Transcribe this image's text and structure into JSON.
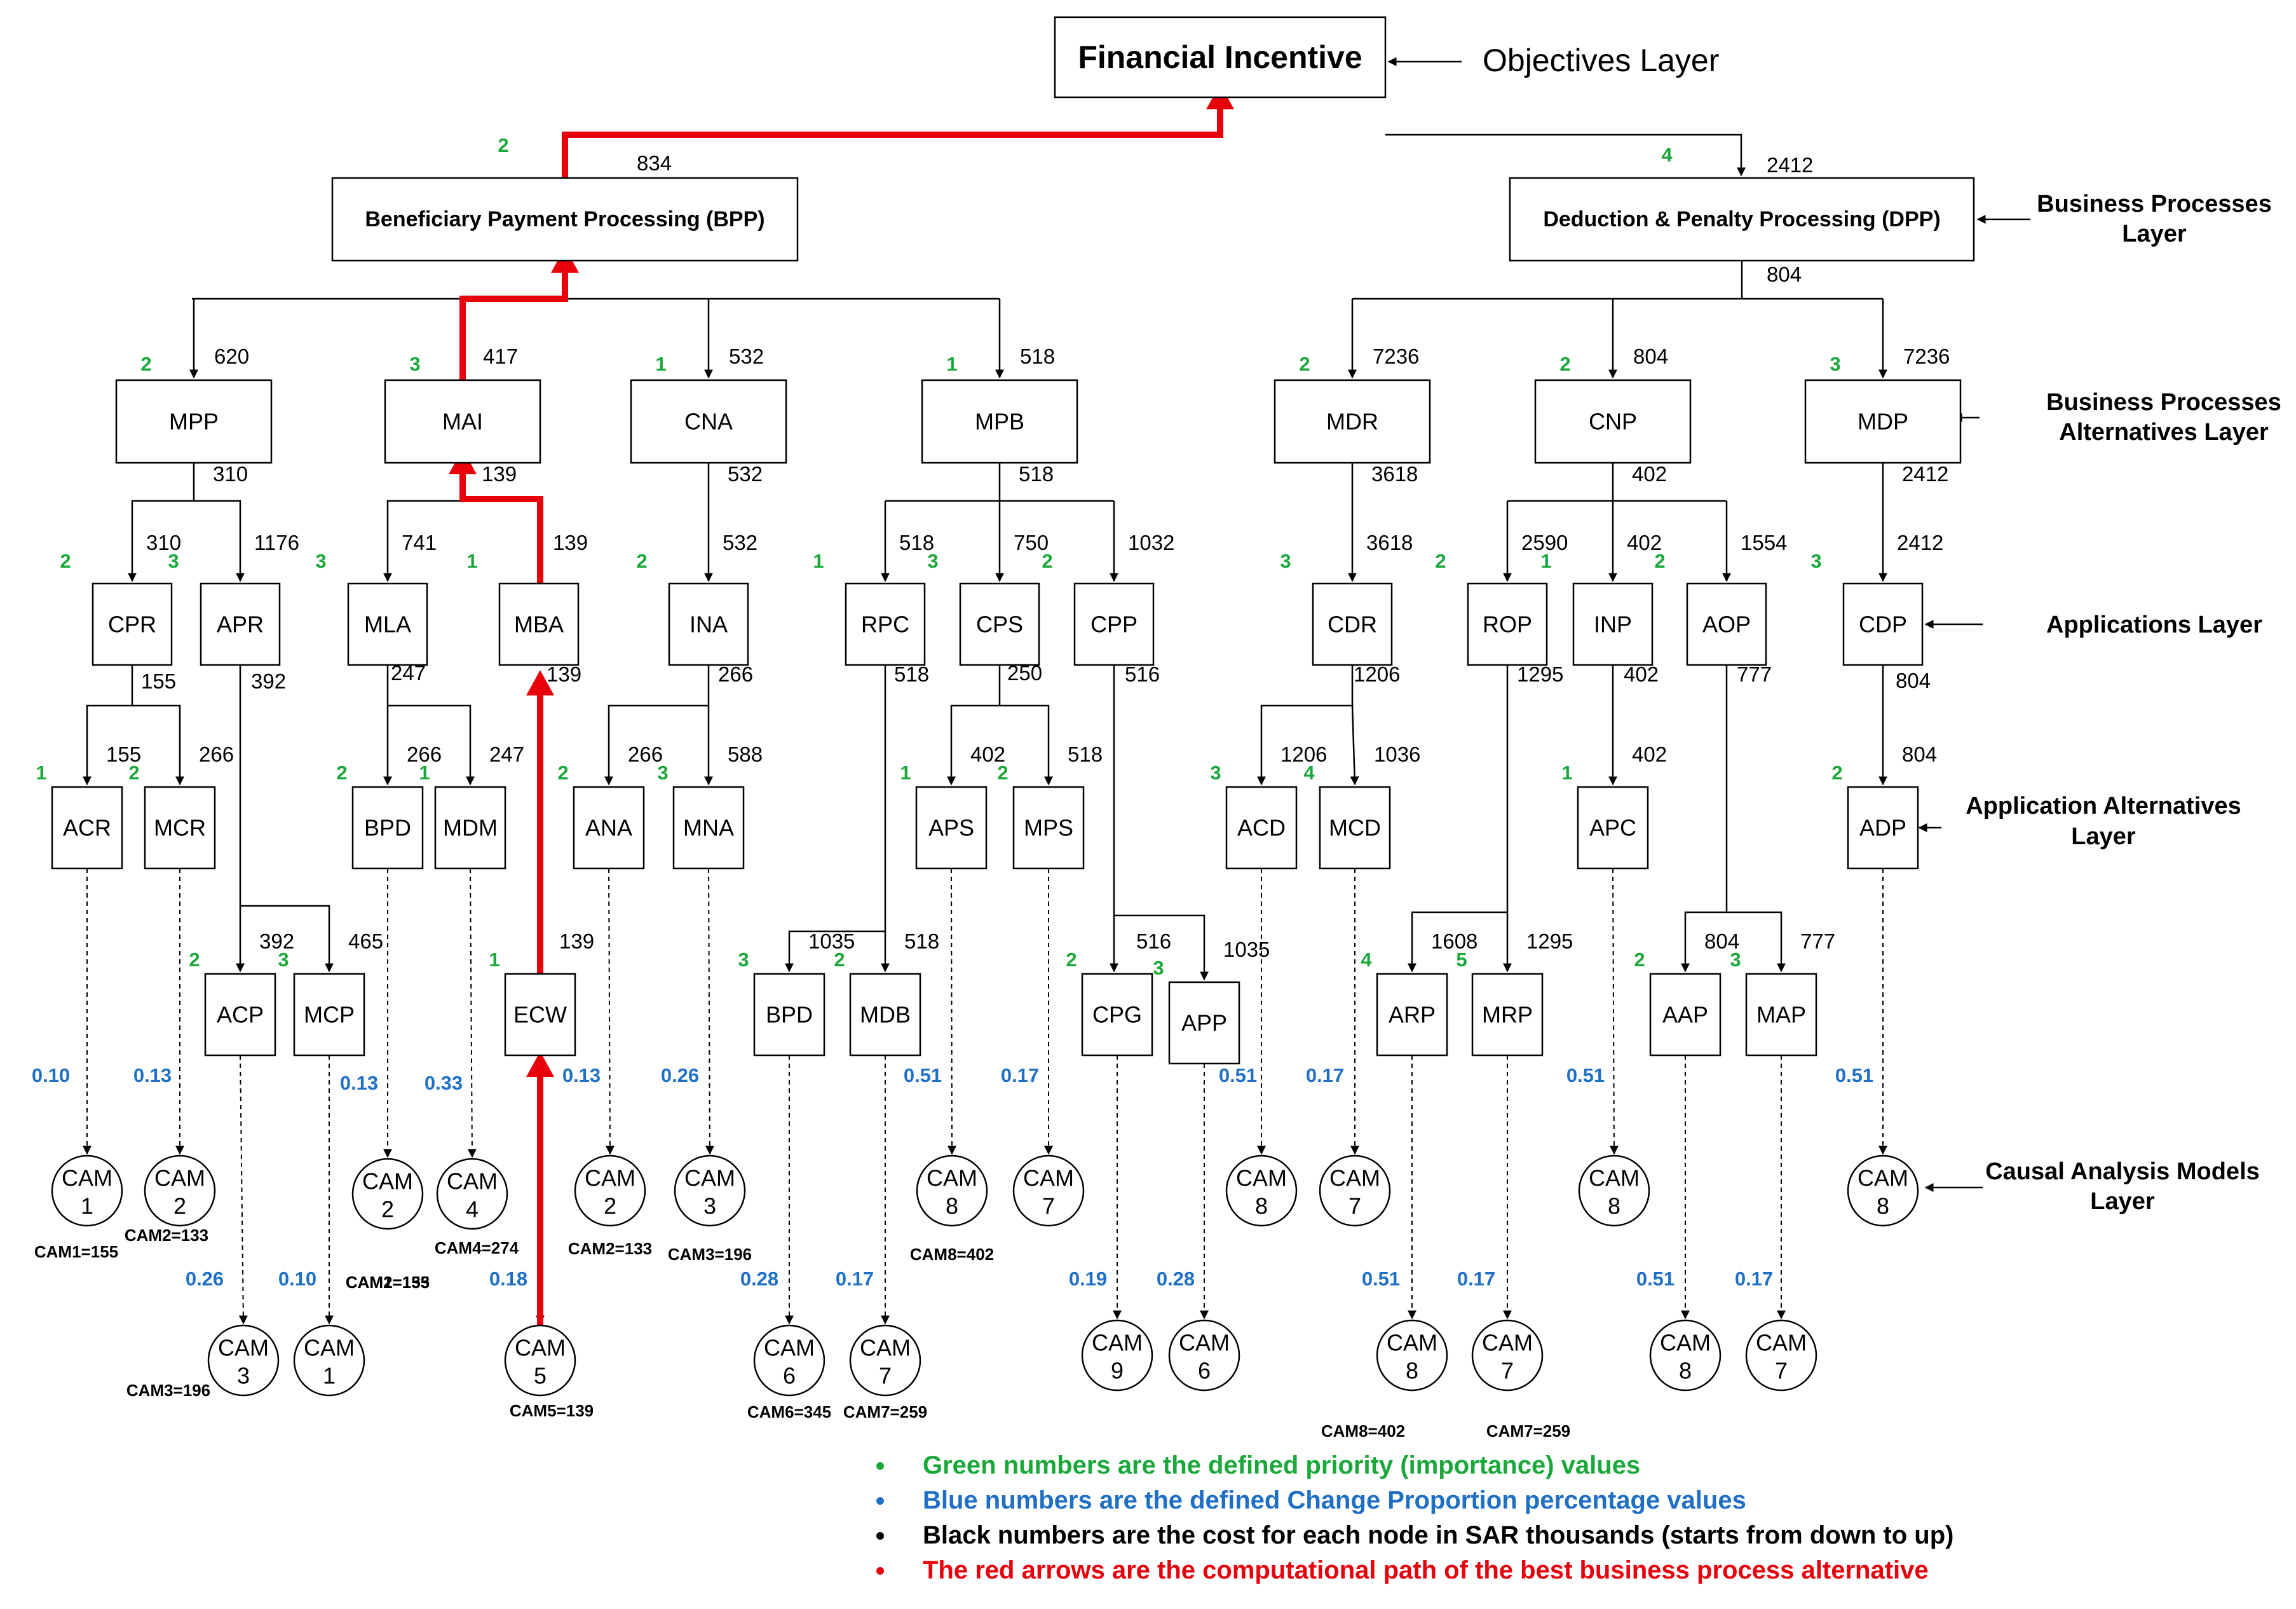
{
  "title": "Financial Incentive",
  "colors": {
    "priority": "#1aa83a",
    "change": "#1f6fc4",
    "cost": "#000000",
    "path": "#e8000b"
  },
  "layers": [
    {
      "id": "objectives",
      "label": "Objectives Layer"
    },
    {
      "id": "bp",
      "label": "Business Processes Layer"
    },
    {
      "id": "bpa",
      "label": "Business Processes Alternatives Layer"
    },
    {
      "id": "app",
      "label": "Applications Layer"
    },
    {
      "id": "appalt",
      "label": "Application Alternatives Layer"
    },
    {
      "id": "cam",
      "label": "Causal Analysis Models Layer"
    }
  ],
  "processes": [
    {
      "id": "BPP",
      "label": "Beneficiary Payment Processing (BPP)",
      "priority": "2",
      "cost": "834"
    },
    {
      "id": "DPP",
      "label": "Deduction & Penalty Processing (DPP)",
      "priority": "4",
      "cost": "2412",
      "out_cost": "804"
    }
  ],
  "alternatives": [
    {
      "id": "MPP",
      "priority": "2",
      "cost": "620",
      "out": "310"
    },
    {
      "id": "MAI",
      "priority": "3",
      "cost": "417",
      "out": "139"
    },
    {
      "id": "CNA",
      "priority": "1",
      "cost": "532",
      "out": "532"
    },
    {
      "id": "MPB",
      "priority": "1",
      "cost": "518",
      "out": "518"
    },
    {
      "id": "MDR",
      "priority": "2",
      "cost": "7236",
      "out": "3618"
    },
    {
      "id": "CNP",
      "priority": "2",
      "cost": "804",
      "out": "402"
    },
    {
      "id": "MDP",
      "priority": "3",
      "cost": "7236",
      "out": "2412"
    }
  ],
  "applications": [
    {
      "id": "CPR",
      "priority": "2",
      "cost": "310",
      "out": "155"
    },
    {
      "id": "APR",
      "priority": "3",
      "cost": "1176",
      "out": "392"
    },
    {
      "id": "MLA",
      "priority": "3",
      "cost": "741",
      "out": "247"
    },
    {
      "id": "MBA",
      "priority": "1",
      "cost": "139",
      "out": "139"
    },
    {
      "id": "INA",
      "priority": "2",
      "cost": "532",
      "out": "266"
    },
    {
      "id": "RPC",
      "priority": "1",
      "cost": "518",
      "out": "518"
    },
    {
      "id": "CPS",
      "priority": "3",
      "cost": "750",
      "out": "250"
    },
    {
      "id": "CPP",
      "priority": "2",
      "cost": "1032",
      "out": "516"
    },
    {
      "id": "CDR",
      "priority": "3",
      "cost": "3618",
      "out": "1206"
    },
    {
      "id": "ROP",
      "priority": "2",
      "cost": "2590",
      "out": "1295"
    },
    {
      "id": "INP",
      "priority": "1",
      "cost": "402",
      "out": "402"
    },
    {
      "id": "AOP",
      "priority": "2",
      "cost": "1554",
      "out": "777"
    },
    {
      "id": "CDP",
      "priority": "3",
      "cost": "2412",
      "out": "804"
    }
  ],
  "app_alternatives": [
    {
      "id": "ACR",
      "priority": "1",
      "cost": "155",
      "change": "0.10",
      "cam": "CAM\n1",
      "cam_total": "CAM1=155"
    },
    {
      "id": "MCR",
      "priority": "2",
      "cost": "266",
      "change": "0.13",
      "cam": "CAM\n2",
      "cam_total": "CAM2=133"
    },
    {
      "id": "ACP",
      "priority": "2",
      "cost": "392",
      "change": "0.26",
      "cam": "CAM\n3",
      "cam_total": "CAM3=196"
    },
    {
      "id": "MCP",
      "priority": "3",
      "cost": "465",
      "change": "0.10",
      "cam": "CAM\n1",
      "cam_total": "CAM1=155"
    },
    {
      "id": "BPD",
      "priority": "2",
      "cost": "266",
      "change": "0.13",
      "cam": "CAM\n2",
      "cam_total": "CAM2=133"
    },
    {
      "id": "MDM",
      "priority": "1",
      "cost": "247",
      "change": "0.33",
      "cam": "CAM\n4",
      "cam_total": "CAM4=274"
    },
    {
      "id": "ECW",
      "priority": "1",
      "cost": "139",
      "change": "0.18",
      "cam": "CAM\n5",
      "cam_total": "CAM5=139"
    },
    {
      "id": "ANA",
      "priority": "2",
      "cost": "266",
      "change": "0.13",
      "cam": "CAM\n2",
      "cam_total": "CAM2=133"
    },
    {
      "id": "MNA",
      "priority": "3",
      "cost": "588",
      "change": "0.26",
      "cam": "CAM\n3",
      "cam_total": "CAM3=196"
    },
    {
      "id": "BPD",
      "priority": "3",
      "cost": "1035",
      "change": "0.28",
      "cam": "CAM\n6",
      "cam_total": "CAM6=345"
    },
    {
      "id": "MDB",
      "priority": "2",
      "cost": "518",
      "change": "0.17",
      "cam": "CAM\n7",
      "cam_total": "CAM7=259"
    },
    {
      "id": "APS",
      "priority": "1",
      "cost": "402",
      "change": "0.51",
      "cam": "CAM\n8",
      "cam_total": "CAM8=402"
    },
    {
      "id": "MPS",
      "priority": "2",
      "cost": "518",
      "change": "0.17",
      "cam": "CAM\n7",
      "cam_total": ""
    },
    {
      "id": "CPG",
      "priority": "2",
      "cost": "516",
      "change": "0.19",
      "cam": "CAM\n9",
      "cam_total": ""
    },
    {
      "id": "APP",
      "priority": "3",
      "cost": "1035",
      "change": "0.28",
      "cam": "CAM\n6",
      "cam_total": ""
    },
    {
      "id": "ACD",
      "priority": "3",
      "cost": "1206",
      "change": "0.51",
      "cam": "CAM\n8",
      "cam_total": ""
    },
    {
      "id": "MCD",
      "priority": "4",
      "cost": "1036",
      "change": "0.17",
      "cam": "CAM\n7",
      "cam_total": ""
    },
    {
      "id": "ARP",
      "priority": "4",
      "cost": "1608",
      "change": "0.51",
      "cam": "CAM\n8",
      "cam_total": "CAM8=402"
    },
    {
      "id": "MRP",
      "priority": "5",
      "cost": "1295",
      "change": "0.17",
      "cam": "CAM\n7",
      "cam_total": "CAM7=259"
    },
    {
      "id": "APC",
      "priority": "1",
      "cost": "402",
      "change": "0.51",
      "cam": "CAM\n8",
      "cam_total": ""
    },
    {
      "id": "AAP",
      "priority": "2",
      "cost": "804",
      "change": "0.51",
      "cam": "CAM\n8",
      "cam_total": ""
    },
    {
      "id": "MAP",
      "priority": "3",
      "cost": "777",
      "change": "0.17",
      "cam": "CAM\n7",
      "cam_total": ""
    },
    {
      "id": "ADP",
      "priority": "2",
      "cost": "804",
      "change": "0.51",
      "cam": "CAM\n8",
      "cam_total": ""
    }
  ],
  "legend": [
    {
      "text": "Green numbers are the defined priority (importance) values",
      "color": "#1aa83a"
    },
    {
      "text": "Blue numbers are the defined Change Proportion percentage values",
      "color": "#1f6fc4"
    },
    {
      "text": "Black numbers are the cost for each node in SAR thousands (starts from down to up)",
      "color": "#000000"
    },
    {
      "text": "The red arrows are the computational path of the best business process alternative",
      "color": "#e8000b"
    }
  ]
}
